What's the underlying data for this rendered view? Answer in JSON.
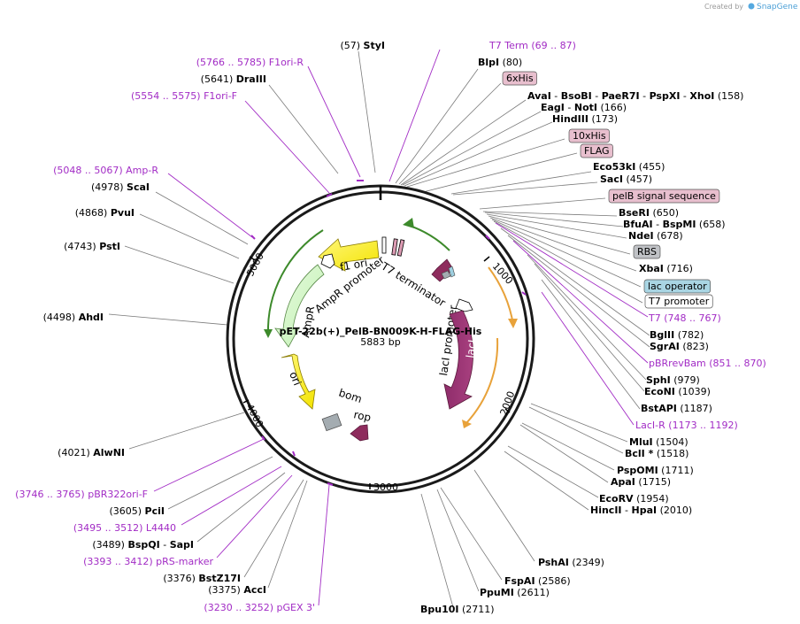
{
  "credit": {
    "prefix": "Created by",
    "brand": "SnapGene"
  },
  "plasmid": {
    "name": "pET-22b(+)_PelB-BN009K-H-FLAG-His",
    "size": "5883 bp"
  },
  "scale": {
    "marks": [
      "1000",
      "2000",
      "3000",
      "4000",
      "5000"
    ]
  },
  "features": {
    "f1_ori": "f1 ori",
    "ampr_promoter": "AmpR promoter",
    "ampr": "AmpR",
    "ori": "ori",
    "bom": "bom",
    "rop": "rop",
    "laci": "lacI",
    "laci_promoter": "lacI promoter",
    "t7_terminator": "T7 terminator"
  },
  "right_labels": [
    {
      "parts": [
        {
          "t": "BlpI",
          "s": "b"
        },
        {
          "t": "  (80)",
          "s": "n"
        }
      ]
    },
    {
      "parts": [
        {
          "t": "6xHis",
          "s": "box",
          "color": "#e8bfce"
        }
      ]
    },
    {
      "parts": [
        {
          "t": "AvaI",
          "s": "b"
        },
        {
          "t": "  - ",
          "s": "n"
        },
        {
          "t": "BsoBI",
          "s": "b"
        },
        {
          "t": "  - ",
          "s": "n"
        },
        {
          "t": "PaeR7I",
          "s": "b"
        },
        {
          "t": "  - ",
          "s": "n"
        },
        {
          "t": "PspXI",
          "s": "b"
        },
        {
          "t": "  - ",
          "s": "n"
        },
        {
          "t": "XhoI",
          "s": "b"
        },
        {
          "t": "   (158)",
          "s": "n"
        }
      ]
    },
    {
      "parts": [
        {
          "t": "EagI",
          "s": "b"
        },
        {
          "t": "  - ",
          "s": "n"
        },
        {
          "t": "NotI",
          "s": "b"
        },
        {
          "t": "   (166)",
          "s": "n"
        }
      ]
    },
    {
      "parts": [
        {
          "t": "HindIII",
          "s": "b"
        },
        {
          "t": "   (173)",
          "s": "n"
        }
      ]
    },
    {
      "parts": [
        {
          "t": "10xHis",
          "s": "box",
          "color": "#e8bfce"
        }
      ]
    },
    {
      "parts": [
        {
          "t": "FLAG",
          "s": "box",
          "color": "#e8bfce"
        }
      ]
    },
    {
      "parts": [
        {
          "t": "Eco53kI",
          "s": "b"
        },
        {
          "t": "   (455)",
          "s": "n"
        }
      ]
    },
    {
      "parts": [
        {
          "t": "SacI",
          "s": "b"
        },
        {
          "t": "   (457)",
          "s": "n"
        }
      ]
    },
    {
      "parts": [
        {
          "t": "pelB signal sequence",
          "s": "box",
          "color": "#e8bfce"
        }
      ]
    },
    {
      "parts": [
        {
          "t": "BseRI",
          "s": "b"
        },
        {
          "t": "   (650)",
          "s": "n"
        }
      ]
    },
    {
      "parts": [
        {
          "t": "BfuAI",
          "s": "b"
        },
        {
          "t": "  - ",
          "s": "n"
        },
        {
          "t": "BspMI",
          "s": "b"
        },
        {
          "t": "   (658)",
          "s": "n"
        }
      ]
    },
    {
      "parts": [
        {
          "t": "NdeI",
          "s": "b"
        },
        {
          "t": "   (678)",
          "s": "n"
        }
      ]
    },
    {
      "parts": [
        {
          "t": "RBS",
          "s": "box",
          "color": "#c0c2c6"
        }
      ]
    },
    {
      "parts": [
        {
          "t": "XbaI",
          "s": "b"
        },
        {
          "t": "   (716)",
          "s": "n"
        }
      ]
    },
    {
      "parts": [
        {
          "t": "lac operator",
          "s": "box",
          "color": "#a9d5e3"
        }
      ]
    },
    {
      "parts": [
        {
          "t": "T7 promoter",
          "s": "box",
          "color": "#ffffff"
        }
      ]
    },
    {
      "parts": [
        {
          "t": "T7",
          "s": "p"
        },
        {
          "t": "   (748 .. 767)",
          "s": "p"
        }
      ]
    },
    {
      "parts": [
        {
          "t": "BglII",
          "s": "b"
        },
        {
          "t": "   (782)",
          "s": "n"
        }
      ]
    },
    {
      "parts": [
        {
          "t": "SgrAI",
          "s": "b"
        },
        {
          "t": "   (823)",
          "s": "n"
        }
      ]
    },
    {
      "parts": [
        {
          "t": "pBRrevBam",
          "s": "p"
        },
        {
          "t": "   (851 .. 870)",
          "s": "p"
        }
      ]
    },
    {
      "parts": [
        {
          "t": "SphI",
          "s": "b"
        },
        {
          "t": "   (979)",
          "s": "n"
        }
      ]
    },
    {
      "parts": [
        {
          "t": "EcoNI",
          "s": "b"
        },
        {
          "t": "   (1039)",
          "s": "n"
        }
      ]
    },
    {
      "parts": [
        {
          "t": "BstAPI",
          "s": "b"
        },
        {
          "t": "   (1187)",
          "s": "n"
        }
      ]
    },
    {
      "parts": [
        {
          "t": "LacI-R",
          "s": "p"
        },
        {
          "t": "   (1173 .. 1192)",
          "s": "p"
        }
      ]
    },
    {
      "parts": [
        {
          "t": "MluI",
          "s": "b"
        },
        {
          "t": "   (1504)",
          "s": "n"
        }
      ]
    },
    {
      "parts": [
        {
          "t": "BclI *",
          "s": "b"
        },
        {
          "t": "   (1518)",
          "s": "n"
        }
      ]
    },
    {
      "parts": [
        {
          "t": "PspOMI",
          "s": "b"
        },
        {
          "t": "   (1711)",
          "s": "n"
        }
      ]
    },
    {
      "parts": [
        {
          "t": "ApaI",
          "s": "b"
        },
        {
          "t": "   (1715)",
          "s": "n"
        }
      ]
    },
    {
      "parts": [
        {
          "t": "EcoRV",
          "s": "b"
        },
        {
          "t": "   (1954)",
          "s": "n"
        }
      ]
    },
    {
      "parts": [
        {
          "t": "HincII",
          "s": "b"
        },
        {
          "t": "  - ",
          "s": "n"
        },
        {
          "t": "HpaI",
          "s": "b"
        },
        {
          "t": "   (2010)",
          "s": "n"
        }
      ]
    },
    {
      "parts": [
        {
          "t": "PshAI",
          "s": "b"
        },
        {
          "t": "   (2349)",
          "s": "n"
        }
      ]
    },
    {
      "parts": [
        {
          "t": "FspAI",
          "s": "b"
        },
        {
          "t": "   (2586)",
          "s": "n"
        }
      ]
    },
    {
      "parts": [
        {
          "t": "PpuMI",
          "s": "b"
        },
        {
          "t": "   (2611)",
          "s": "n"
        }
      ]
    },
    {
      "parts": [
        {
          "t": "Bpu10I",
          "s": "b"
        },
        {
          "t": "   (2711)",
          "s": "n"
        }
      ]
    }
  ],
  "left_labels": [
    {
      "parts": [
        {
          "t": "(57)   ",
          "s": "n"
        },
        {
          "t": "StyI",
          "s": "b"
        }
      ]
    },
    {
      "parts": [
        {
          "t": "T7 Term",
          "s": "p"
        },
        {
          "t": "     (69 .. 87)",
          "s": "p"
        }
      ]
    },
    {
      "parts": [
        {
          "t": "(5766 .. 5785)   ",
          "s": "p"
        },
        {
          "t": "F1ori-R",
          "s": "p"
        }
      ]
    },
    {
      "parts": [
        {
          "t": "(5641)   ",
          "s": "n"
        },
        {
          "t": "DraIII",
          "s": "b"
        }
      ]
    },
    {
      "parts": [
        {
          "t": "(5554 .. 5575)   ",
          "s": "p"
        },
        {
          "t": "F1ori-F",
          "s": "p"
        }
      ]
    },
    {
      "parts": [
        {
          "t": "(5048 .. 5067)   ",
          "s": "p"
        },
        {
          "t": "Amp-R",
          "s": "p"
        }
      ]
    },
    {
      "parts": [
        {
          "t": "(4978)   ",
          "s": "n"
        },
        {
          "t": "ScaI",
          "s": "b"
        }
      ]
    },
    {
      "parts": [
        {
          "t": "(4868)   ",
          "s": "n"
        },
        {
          "t": "PvuI",
          "s": "b"
        }
      ]
    },
    {
      "parts": [
        {
          "t": "(4743)   ",
          "s": "n"
        },
        {
          "t": "PstI",
          "s": "b"
        }
      ]
    },
    {
      "parts": [
        {
          "t": "(4498)   ",
          "s": "n"
        },
        {
          "t": "AhdI",
          "s": "b"
        }
      ]
    },
    {
      "parts": [
        {
          "t": "(4021)   ",
          "s": "n"
        },
        {
          "t": "AlwNI",
          "s": "b"
        }
      ]
    },
    {
      "parts": [
        {
          "t": "(3746 .. 3765)   ",
          "s": "p"
        },
        {
          "t": "pBR322ori-F",
          "s": "p"
        }
      ]
    },
    {
      "parts": [
        {
          "t": "(3605)   ",
          "s": "n"
        },
        {
          "t": "PciI",
          "s": "b"
        }
      ]
    },
    {
      "parts": [
        {
          "t": "(3495 .. 3512)   ",
          "s": "p"
        },
        {
          "t": "L4440",
          "s": "p"
        }
      ]
    },
    {
      "parts": [
        {
          "t": "(3489)   ",
          "s": "n"
        },
        {
          "t": "BspQI",
          "s": "b"
        },
        {
          "t": "  - ",
          "s": "n"
        },
        {
          "t": "SapI",
          "s": "b"
        }
      ]
    },
    {
      "parts": [
        {
          "t": "(3393 .. 3412)   ",
          "s": "p"
        },
        {
          "t": "pRS-marker",
          "s": "p"
        }
      ]
    },
    {
      "parts": [
        {
          "t": "(3376)   ",
          "s": "n"
        },
        {
          "t": "BstZ17I",
          "s": "b"
        }
      ]
    },
    {
      "parts": [
        {
          "t": "(3375)   ",
          "s": "n"
        },
        {
          "t": "AccI",
          "s": "b"
        }
      ]
    },
    {
      "parts": [
        {
          "t": "(3230 .. 3252)   ",
          "s": "p"
        },
        {
          "t": "pGEX 3'",
          "s": "p"
        }
      ]
    }
  ]
}
